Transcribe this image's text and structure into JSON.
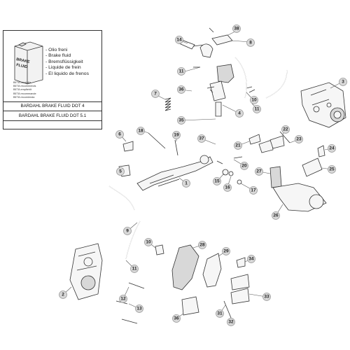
{
  "info_box": {
    "can_label_line1": "BRAKE",
    "can_label_line2": "FLUID",
    "languages": [
      "- Olio freni",
      "- Brake fluid",
      "- Bremsflüssigkeit",
      "- Liquide de frein",
      "- El liquido de frenos"
    ],
    "beta_lines": [
      "BETA consiglia",
      "BETA recommends",
      "BETA empfiehlt",
      "BETA recommande",
      "BETA recomienda"
    ],
    "fluid_dot4": "BARDAHL BRAKE FLUID DOT 4",
    "fluid_dot51": "BARDAHL BRAKE FLUID DOT 5.1"
  },
  "callouts": [
    {
      "id": "c38a",
      "label": "38"
    },
    {
      "id": "c14",
      "label": "14"
    },
    {
      "id": "c8",
      "label": "8"
    },
    {
      "id": "c11a",
      "label": "11"
    },
    {
      "id": "c7",
      "label": "7"
    },
    {
      "id": "c36a",
      "label": "36"
    },
    {
      "id": "c10a",
      "label": "10"
    },
    {
      "id": "c11b",
      "label": "11"
    },
    {
      "id": "c3",
      "label": "3"
    },
    {
      "id": "c4",
      "label": "4"
    },
    {
      "id": "c35",
      "label": "35"
    },
    {
      "id": "c6",
      "label": "6"
    },
    {
      "id": "c18",
      "label": "18"
    },
    {
      "id": "c19",
      "label": "19"
    },
    {
      "id": "c37",
      "label": "37"
    },
    {
      "id": "c22",
      "label": "22"
    },
    {
      "id": "c23",
      "label": "23"
    },
    {
      "id": "c21",
      "label": "21"
    },
    {
      "id": "c24",
      "label": "24"
    },
    {
      "id": "c5",
      "label": "5"
    },
    {
      "id": "c20",
      "label": "20"
    },
    {
      "id": "c27",
      "label": "27"
    },
    {
      "id": "c25",
      "label": "25"
    },
    {
      "id": "c1",
      "label": "1"
    },
    {
      "id": "c15",
      "label": "15"
    },
    {
      "id": "c16",
      "label": "16"
    },
    {
      "id": "c17",
      "label": "17"
    },
    {
      "id": "c26",
      "label": "26"
    },
    {
      "id": "c9",
      "label": "9"
    },
    {
      "id": "c10b",
      "label": "10"
    },
    {
      "id": "c28",
      "label": "28"
    },
    {
      "id": "c29",
      "label": "29"
    },
    {
      "id": "c34",
      "label": "34"
    },
    {
      "id": "c11c",
      "label": "11"
    },
    {
      "id": "c2",
      "label": "2"
    },
    {
      "id": "c12",
      "label": "12"
    },
    {
      "id": "c33",
      "label": "33"
    },
    {
      "id": "c13",
      "label": "13"
    },
    {
      "id": "c31",
      "label": "31"
    },
    {
      "id": "c36b",
      "label": "36"
    },
    {
      "id": "c32",
      "label": "32"
    }
  ]
}
